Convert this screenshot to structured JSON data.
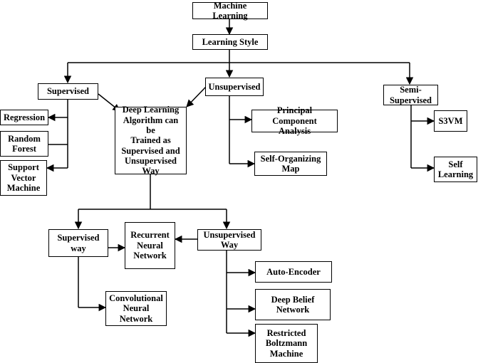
{
  "nodes": {
    "machine_learning": "Machine Learning",
    "learning_style": "Learning Style",
    "supervised": "Supervised",
    "unsupervised": "Unsupervised",
    "semi_supervised": "Semi-\nSupervised",
    "regression": "Regression",
    "random_forest": "Random\nForest",
    "svm": "Support\nVector\nMachine",
    "deep_learning": "Deep Learning\nAlgorithm can be\nTrained as\nSupervised and\nUnsupervised\nWay",
    "pca": "Principal Component\nAnalysis",
    "som": "Self-Organizing\nMap",
    "s3vm": "S3VM",
    "self_learning": "Self\nLearning",
    "supervised_way": "Supervised\nway",
    "rnn": "Recurrent\nNeural\nNetwork",
    "unsupervised_way": "Unsupervised\nWay",
    "cnn": "Convolutional\nNeural\nNetwork",
    "auto_encoder": "Auto-Encoder",
    "deep_belief": "Deep Belief\nNetwork",
    "rbm": "Restricted\nBoltzmann\nMachine"
  }
}
